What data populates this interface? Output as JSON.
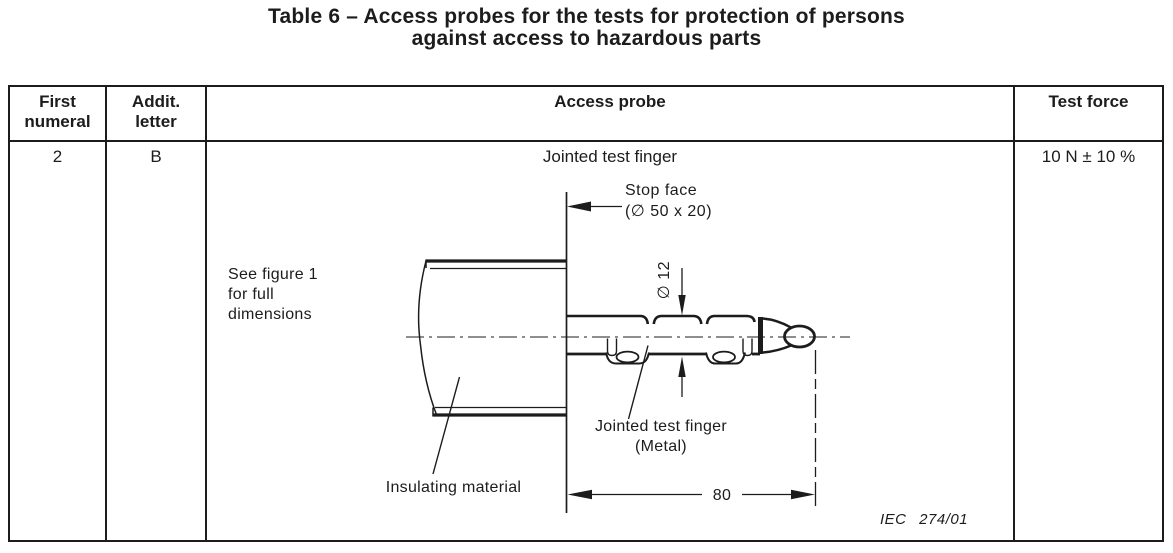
{
  "title": {
    "line1": "Table 6 – Access probes for the tests for protection of persons",
    "line2": "against access to hazardous parts"
  },
  "table": {
    "headers": {
      "first_numeral": [
        "First",
        "numeral"
      ],
      "addit_letter": [
        "Addit.",
        "letter"
      ],
      "access_probe": "Access probe",
      "test_force": "Test force"
    },
    "row": {
      "first_numeral": "2",
      "addit_letter": "B",
      "probe_title": "Jointed test finger",
      "test_force": "10 N ± 10 %"
    }
  },
  "figure": {
    "note_lines": [
      "See figure 1",
      "for full",
      "dimensions"
    ],
    "stop_face_lines": [
      "Stop face",
      "(∅ 50 x 20)"
    ],
    "diameter_label": "∅ 12",
    "insulating_label": "Insulating material",
    "finger_label_lines": [
      "Jointed test finger",
      "(Metal)"
    ],
    "length_dim": "80",
    "figure_ref": "IEC 274/01"
  },
  "colors": {
    "ink": "#1c1c1c",
    "paper": "#ffffff"
  }
}
